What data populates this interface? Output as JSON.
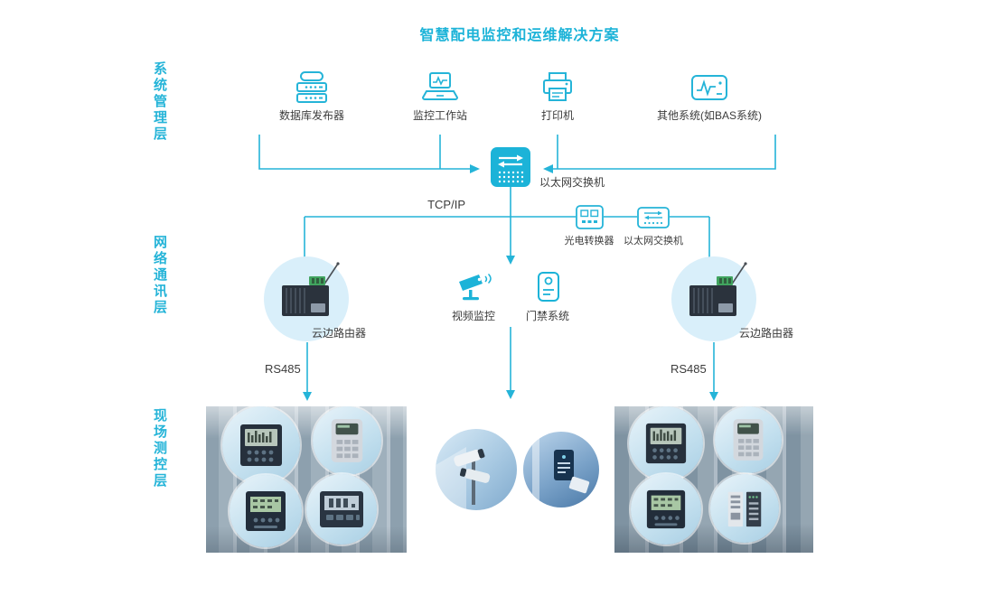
{
  "title": "智慧配电监控和运维解决方案",
  "colors": {
    "accent": "#1cb3d8",
    "text": "#3c3c3c"
  },
  "layers": {
    "system": "系统管理层",
    "network": "网络通讯层",
    "field": "现场测控层"
  },
  "top_devices": [
    {
      "label": "数据库发布器"
    },
    {
      "label": "监控工作站"
    },
    {
      "label": "打印机"
    },
    {
      "label": "其他系统(如BAS系统)"
    }
  ],
  "core_switch": {
    "label": "以太网交换机"
  },
  "protocol_label": "TCP/IP",
  "converters": [
    {
      "label": "光电转换器"
    },
    {
      "label": "以太网交换机"
    }
  ],
  "security_devices": [
    {
      "label": "视频监控"
    },
    {
      "label": "门禁系统"
    }
  ],
  "routers": {
    "left": {
      "label": "云边路由器",
      "bus": "RS485"
    },
    "right": {
      "label": "云边路由器",
      "bus": "RS485"
    }
  },
  "icons": {
    "top": [
      "database-server-icon",
      "monitor-workstation-icon",
      "printer-icon",
      "bas-system-icon"
    ],
    "core": "ethernet-switch-icon",
    "mid": [
      "optical-converter-icon",
      "ethernet-switch-small-icon"
    ],
    "security": [
      "cctv-camera-icon",
      "access-card-icon"
    ],
    "router": "edge-router-icon"
  }
}
